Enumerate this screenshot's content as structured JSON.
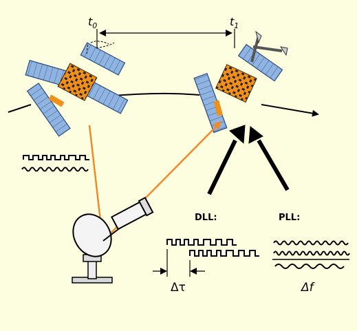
{
  "labels": {
    "t0": "t",
    "t0_sub": "0",
    "t1": "t",
    "t1_sub": "1",
    "dll": "DLL:",
    "pll": "PLL:",
    "delta_tau": "Δτ",
    "delta_f": "Δf"
  },
  "colors": {
    "background": "#fdfde0",
    "signal_beam": "#f08a28",
    "panel": "#7fa6d8",
    "body": "#f0901a",
    "body_dark": "#2a2220",
    "ink": "#000000"
  },
  "icons": [
    "satellite-icon",
    "ground-antenna-icon"
  ]
}
